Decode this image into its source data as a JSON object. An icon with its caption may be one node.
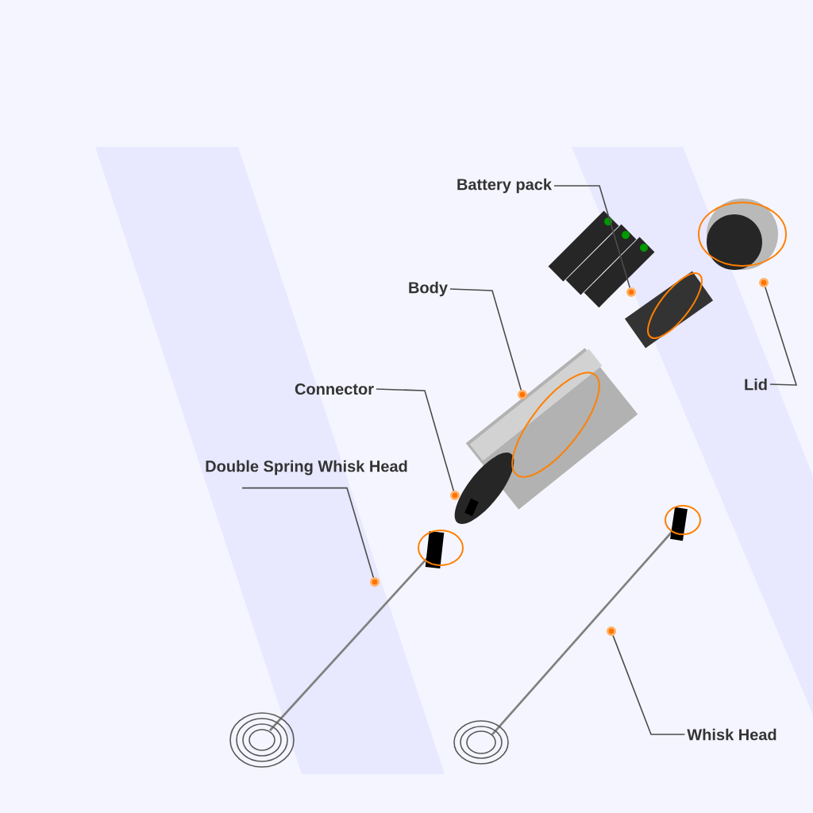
{
  "diagram": {
    "nodes": [
      {
        "text": [
          "Battery pack"
        ]
      },
      {
        "text": [
          "Body"
        ]
      },
      {
        "text": [
          "Lid"
        ]
      },
      {
        "text": [
          "Connector"
        ]
      },
      {
        "text": [
          "Double Spring Whisk Head"
        ]
      },
      {
        "text": [
          "Whisk Head"
        ]
      },
      {
        "text": [],
        "shape": "circle"
      },
      {
        "text": [],
        "shape": "circle"
      },
      {
        "text": [],
        "shape": "circle"
      },
      {
        "text": [],
        "shape": "circle"
      },
      {
        "text": [],
        "shape": "circle"
      },
      {
        "text": [],
        "shape": "circle"
      }
    ],
    "edges": [
      {
        "from": 0,
        "to": 6,
        "arrow": "none"
      },
      {
        "from": 1,
        "to": 7,
        "arrow": "none"
      },
      {
        "from": 2,
        "to": 8,
        "arrow": "none"
      },
      {
        "from": 3,
        "to": 9,
        "arrow": "none"
      },
      {
        "from": 4,
        "to": 10,
        "arrow": "none"
      },
      {
        "from": 5,
        "to": 11,
        "arrow": "none"
      }
    ]
  }
}
